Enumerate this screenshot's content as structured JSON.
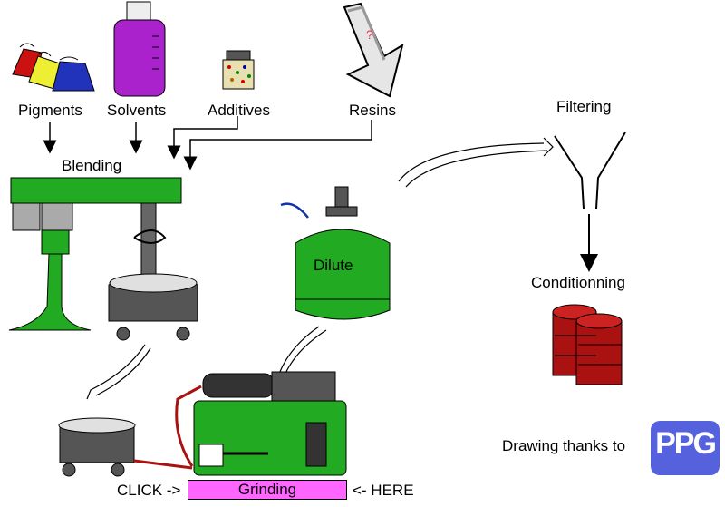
{
  "labels": {
    "pigments": "Pigments",
    "solvents": "Solvents",
    "additives": "Additives",
    "resins": "Resins",
    "blending": "Blending",
    "dilute": "Dilute",
    "filtering": "Filtering",
    "conditioning": "Conditionning",
    "credit": "Drawing thanks to",
    "click": "CLICK ->",
    "here": "<- HERE",
    "grinding": "Grinding",
    "resins_mark": "?",
    "logo": "PPG"
  },
  "colors": {
    "machine_green": "#22aa22",
    "vessel_gray": "#555555",
    "grinding_button": "#ff66ff",
    "ppg_blue": "#5561dd",
    "solvent_purple": "#aa22cc",
    "drum_red": "#aa1111",
    "pipe_red": "#aa1111"
  }
}
